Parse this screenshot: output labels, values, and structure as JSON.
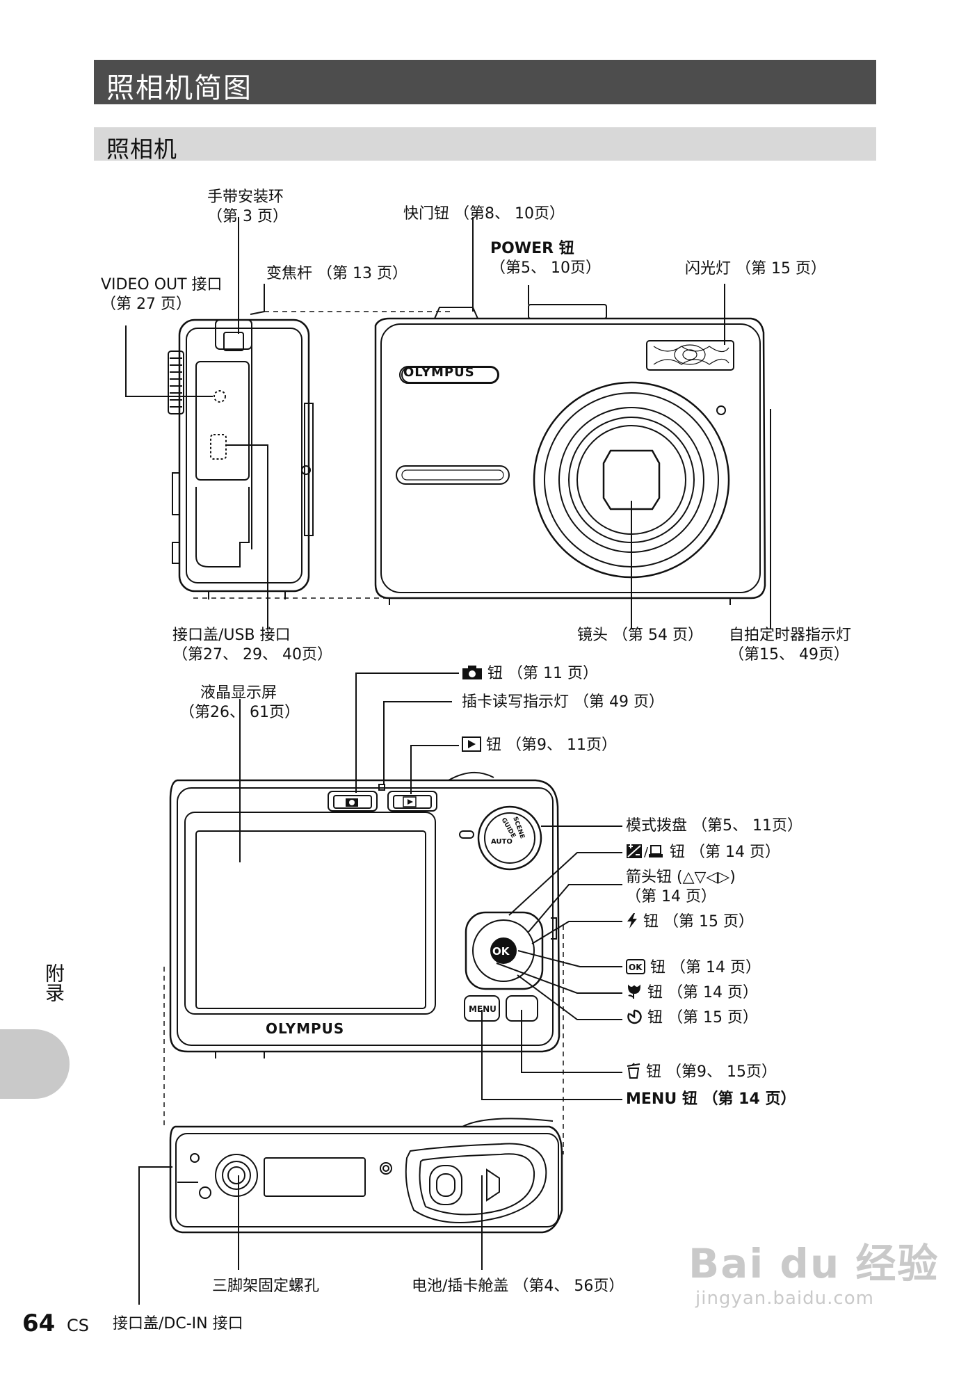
{
  "header": {
    "title": "照相机简图",
    "subtitle": "照相机"
  },
  "labels": {
    "strap": "手带安装环",
    "strap_page": "（第 3 页）",
    "shutter": "快门钮 （第8、 10页）",
    "power": "POWER 钮",
    "power_page": "（第5、 10页）",
    "zoom": "变焦杆 （第 13 页）",
    "video_out": "VIDEO OUT 接口",
    "video_out_page": "（第 27 页）",
    "flash": "闪光灯 （第 15 页）",
    "connector_usb": "接口盖/USB 接口",
    "connector_usb_page": "（第27、 29、 40页）",
    "lens": "镜头 （第 54 页）",
    "self_timer_lamp": "自拍定时器指示灯",
    "self_timer_lamp_page": "（第15、 49页）",
    "lcd": "液晶显示屏",
    "lcd_page": "（第26、 61页）",
    "shoot_btn": "钮 （第 11 页）",
    "card_lamp": "插卡读写指示灯 （第 49 页）",
    "play_btn": "钮 （第9、 11页）",
    "mode_dial": "模式拨盘 （第5、 11页）",
    "exposure_btn": "钮 （第 14 页）",
    "arrow_btn": "箭头钮 (△▽◁▷)",
    "arrow_btn_page": "（第 14 页）",
    "flash_btn": "钮 （第 15 页）",
    "ok_btn": "钮 （第 14 页）",
    "macro_btn": "钮 （第 14 页）",
    "timer_btn": "钮 （第 15 页）",
    "erase_btn": "钮 （第9、 15页）",
    "menu_btn": "MENU 钮 （第 14 页）",
    "tripod": "三脚架固定螺孔",
    "battery_cover": "电池/插卡舱盖 （第4、 56页）",
    "dcin": "接口盖/DC-IN 接口"
  },
  "camera_marks": {
    "brand": "OLYMPUS",
    "ok": "OK",
    "menu": "MENU",
    "auto": "AUTO",
    "guide": "GUIDE",
    "scene": "SCENE"
  },
  "side_tab": "附录",
  "page_number": "64",
  "page_lang": "CS",
  "watermark": {
    "main": "Bai du 经验",
    "url": "jingyan.baidu.com"
  },
  "icons": [
    "camera-icon",
    "play-icon",
    "exposure-print-icon",
    "flash-icon",
    "ok-icon",
    "macro-icon",
    "self-timer-icon",
    "erase-icon"
  ]
}
